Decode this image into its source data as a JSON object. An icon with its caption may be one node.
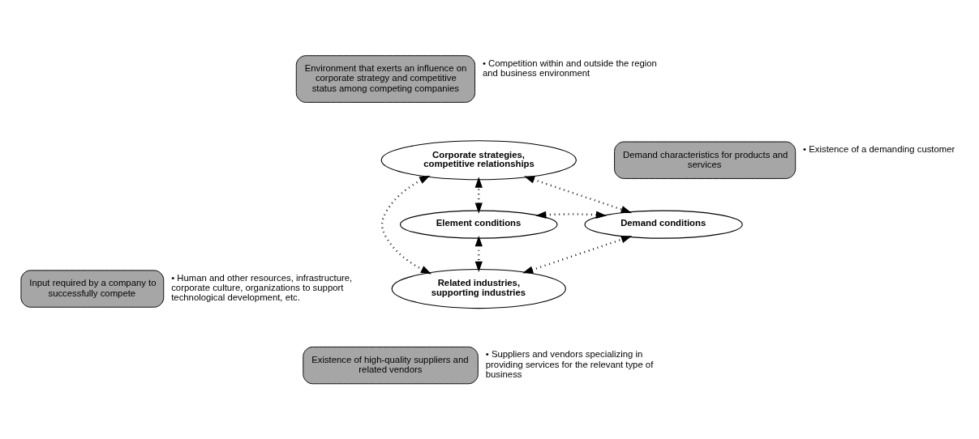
{
  "diagram": {
    "nodes": [
      {
        "text": [
          "Environment that exerts an influence on corporate strategy and competitive status among competing companies"
        ],
        "beside": [
          "• Competition within and outside the region and business environment"
        ]
      },
      {
        "text": [
          "Corporate strategies, competitive relationships"
        ]
      },
      {
        "text": [
          "Demand characteristics for products and services"
        ],
        "beside": [
          "• Existence of a demanding customer"
        ]
      },
      {
        "text": [
          "Element conditions"
        ]
      },
      {
        "text": [
          "Demand conditions"
        ]
      },
      {
        "text": [
          "Input required by a company to successfully compete"
        ],
        "beside": [
          "• Human and other resources, infrastructure, corporate culture, organizations to support technological development, etc."
        ]
      },
      {
        "text": [
          "Related industries, supporting industries"
        ]
      },
      {
        "text": [
          "Existence of high-quality suppliers and related vendors"
        ],
        "beside": [
          "• Suppliers and vendors specializing in providing services for the relevant type of business"
        ]
      }
    ],
    "edges": [
      {
        "from": 3,
        "to": 1,
        "arrow": "both",
        "style": "dashed"
      },
      {
        "from": 1,
        "to": 4,
        "arrow": "both",
        "style": "dashed"
      },
      {
        "from": 3,
        "to": 4,
        "arrow": "both",
        "style": "dashed"
      },
      {
        "from": 1,
        "to": 6,
        "arrow": "both",
        "style": "dashed"
      },
      {
        "from": 3,
        "to": 6,
        "arrow": "both",
        "style": "dashed"
      },
      {
        "from": 6,
        "to": 4,
        "arrow": "both",
        "style": "dashed"
      }
    ]
  }
}
